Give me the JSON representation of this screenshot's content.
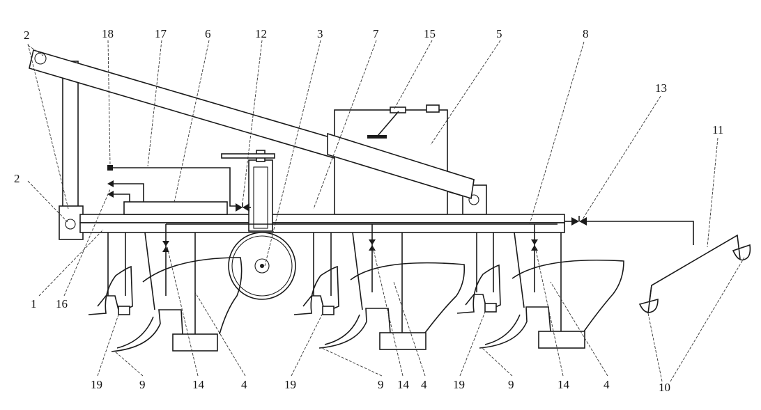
{
  "labels": {
    "l1": "1",
    "l2": "2",
    "l3": "3",
    "l4a": "4",
    "l4b": "4",
    "l4c": "4",
    "l5": "5",
    "l6": "6",
    "l7": "7",
    "l8": "8",
    "l9a": "9",
    "l9b": "9",
    "l9c": "9",
    "l10": "10",
    "l11": "11",
    "l12": "12",
    "l13": "13",
    "l14a": "14",
    "l14b": "14",
    "l14c": "14",
    "l15": "15",
    "l16": "16",
    "l17": "17",
    "l18": "18",
    "l19a": "19",
    "l19b": "19",
    "l19c": "19"
  },
  "colors": {
    "line": "#1a1a1a",
    "background": "#ffffff"
  }
}
